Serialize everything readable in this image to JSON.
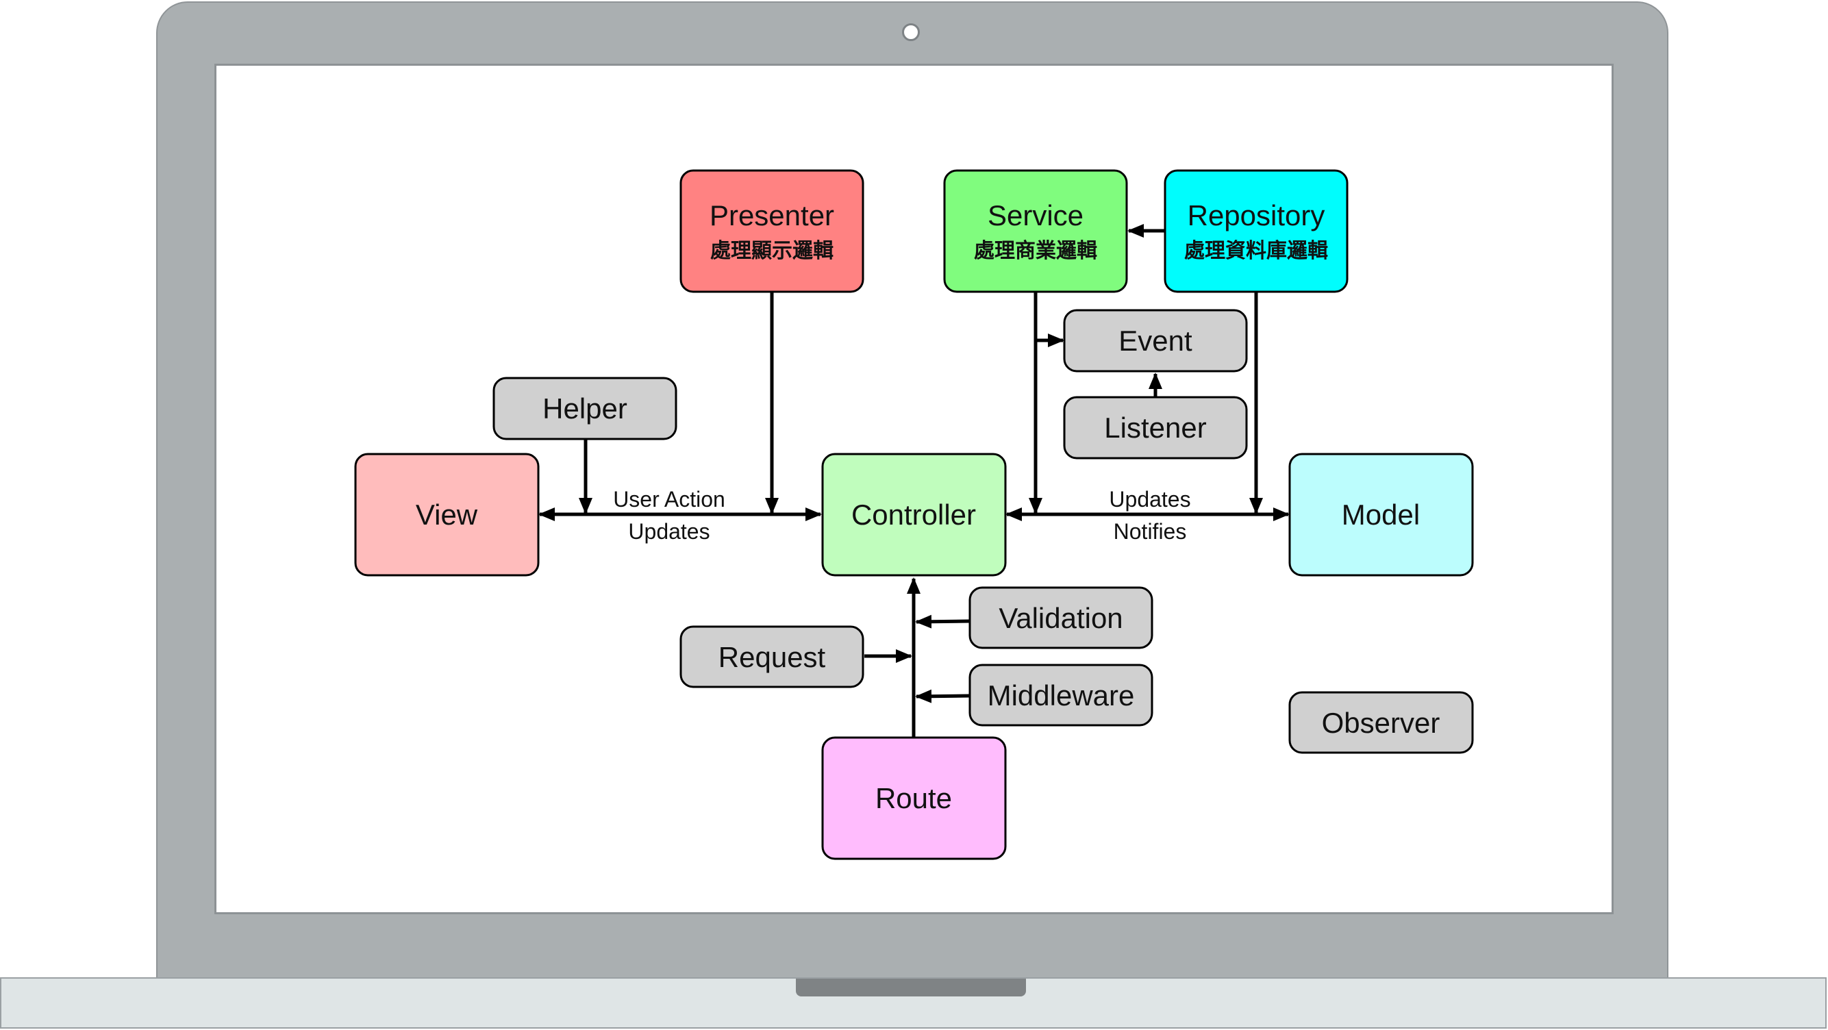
{
  "nodes": {
    "presenter": {
      "title": "Presenter",
      "subtitle": "處理顯示邏輯",
      "color": "#ff8282"
    },
    "service": {
      "title": "Service",
      "subtitle": "處理商業邏輯",
      "color": "#80fc7e"
    },
    "repository": {
      "title": "Repository",
      "subtitle": "處理資料庫邏輯",
      "color": "#00fdfd"
    },
    "event": {
      "title": "Event",
      "color": "#d0d0d0"
    },
    "listener": {
      "title": "Listener",
      "color": "#d0d0d0"
    },
    "helper": {
      "title": "Helper",
      "color": "#d0d0d0"
    },
    "view": {
      "title": "View",
      "color": "#ffbcbc"
    },
    "controller": {
      "title": "Controller",
      "color": "#c0fdbd"
    },
    "model": {
      "title": "Model",
      "color": "#bcfdfd"
    },
    "validation": {
      "title": "Validation",
      "color": "#d0d0d0"
    },
    "request": {
      "title": "Request",
      "color": "#d0d0d0"
    },
    "middleware": {
      "title": "Middleware",
      "color": "#d0d0d0"
    },
    "observer": {
      "title": "Observer",
      "color": "#d0d0d0"
    },
    "route": {
      "title": "Route",
      "color": "#ffbcfd"
    }
  },
  "edge_labels": {
    "view_controller_top": "User Action",
    "view_controller_bottom": "Updates",
    "controller_model_top": "Updates",
    "controller_model_bottom": "Notifies"
  }
}
